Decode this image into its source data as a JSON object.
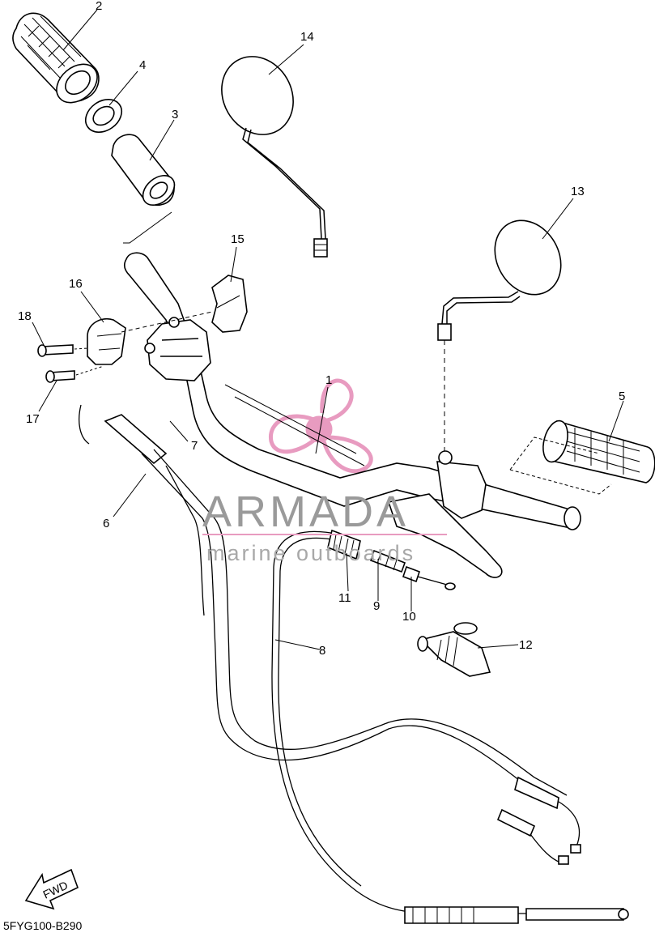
{
  "diagram": {
    "callouts": [
      "1",
      "2",
      "3",
      "4",
      "5",
      "6",
      "7",
      "8",
      "9",
      "10",
      "11",
      "12",
      "13",
      "14",
      "15",
      "16",
      "17",
      "18"
    ],
    "drawing_code": "5FYG100-B290",
    "direction_marker": "FWD"
  },
  "watermark": {
    "brand": "ARMADA",
    "tagline": "marine outboards",
    "logo_color": "#e89bc0",
    "text_color": "#9a9a9a"
  }
}
